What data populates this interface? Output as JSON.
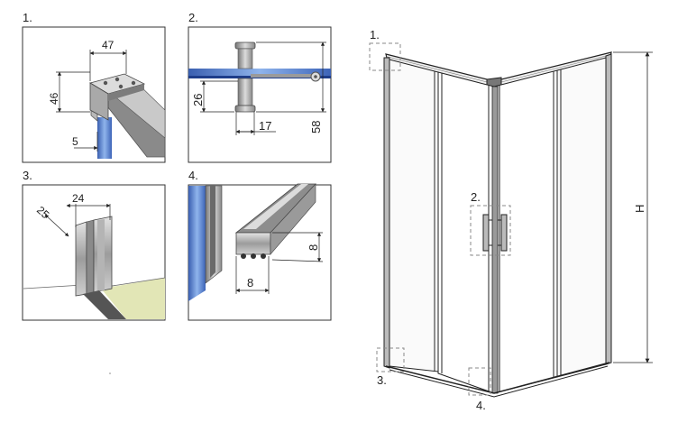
{
  "panels": {
    "p1": {
      "number": "1.",
      "dims": {
        "width": "47",
        "height": "46",
        "depth": "5"
      }
    },
    "p2": {
      "number": "2.",
      "dims": {
        "handle_offset": "26",
        "handle_width": "17",
        "handle_height": "58"
      }
    },
    "p3": {
      "number": "3.",
      "dims": {
        "depth": "25",
        "width": "24"
      }
    },
    "p4": {
      "number": "4.",
      "dims": {
        "width": "8",
        "height": "8"
      }
    }
  },
  "main": {
    "callouts": [
      "1.",
      "2.",
      "3.",
      "4."
    ],
    "height_label": "H"
  }
}
